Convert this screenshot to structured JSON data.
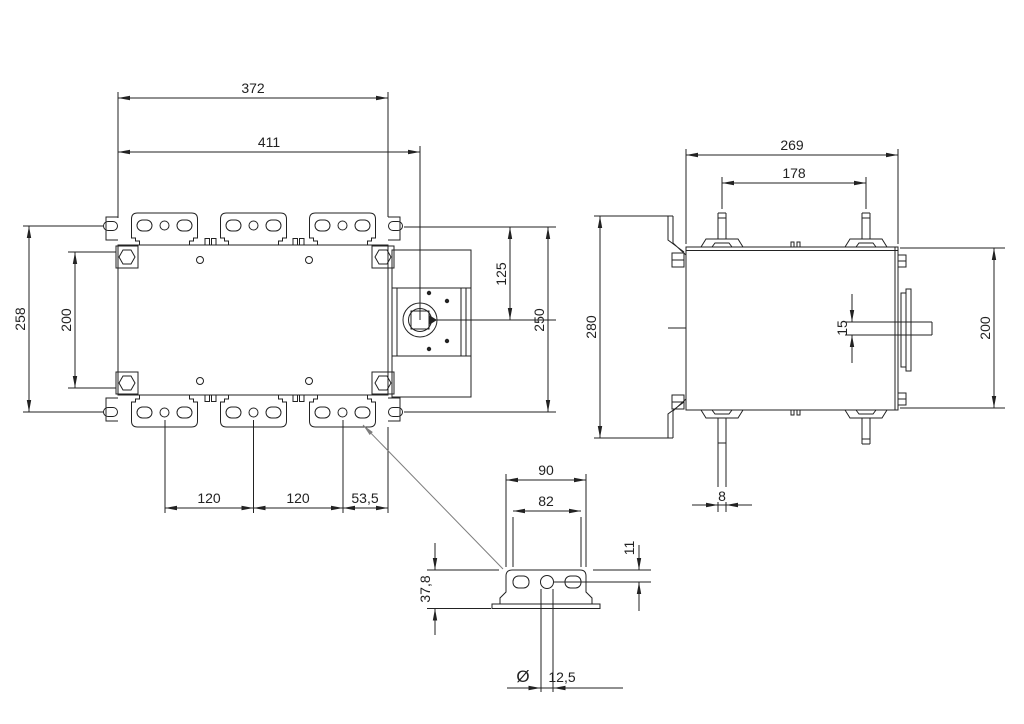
{
  "drawing": {
    "type": "technical-dimension-drawing",
    "line_color": "#222222",
    "leader_color": "#7d7d7d",
    "background": "#ffffff",
    "front_view": {
      "width_top": "372",
      "width_to_shaft": "411",
      "height_outer": "258",
      "height_inner": "200",
      "shaft_offset": "125",
      "height_right": "250",
      "terminal_pitch_1": "120",
      "terminal_pitch_2": "120",
      "end_offset": "53,5"
    },
    "side_view": {
      "width_outer": "269",
      "terminal_pitch": "178",
      "height_outer": "280",
      "height_body": "200",
      "shaft_thickness": "15",
      "screw_width": "8"
    },
    "detail_view": {
      "pad_width": "90",
      "slot_span": "82",
      "hole_offset": "11",
      "pad_height": "37,8",
      "diameter_symbol": "Ø",
      "hole_diameter": "12,5"
    }
  }
}
